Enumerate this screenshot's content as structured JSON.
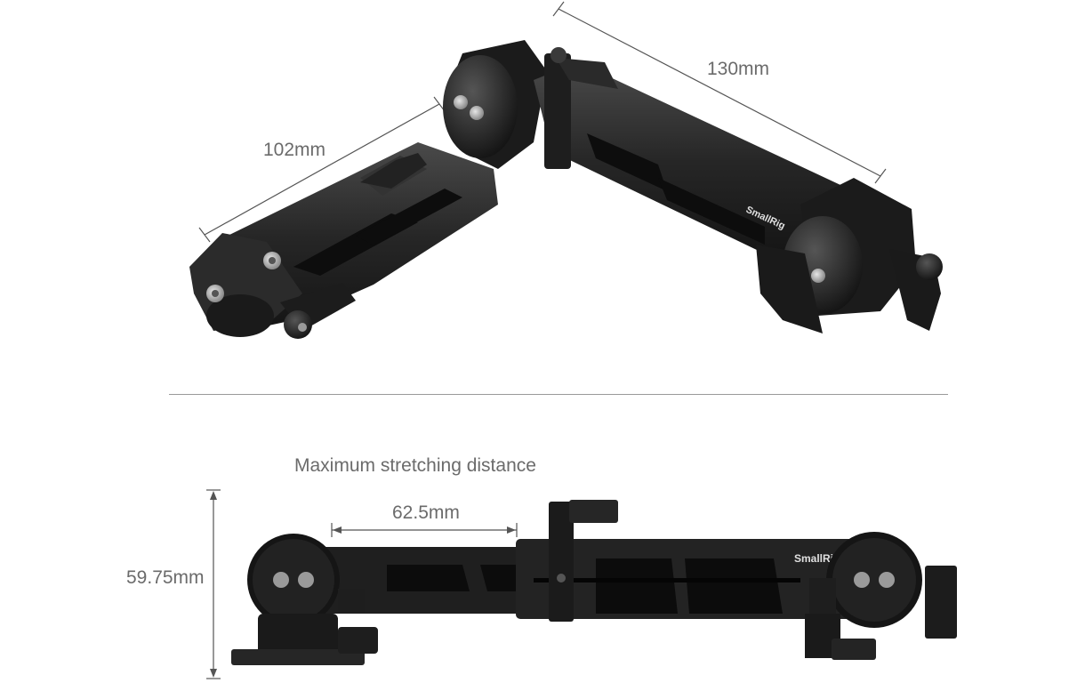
{
  "top_view": {
    "dim_left": "102mm",
    "dim_right": "130mm",
    "brand": "SmallRig"
  },
  "bottom_view": {
    "caption": "Maximum stretching distance",
    "dim_extension": "62.5mm",
    "dim_height": "59.75mm",
    "brand": "SmallRig"
  }
}
